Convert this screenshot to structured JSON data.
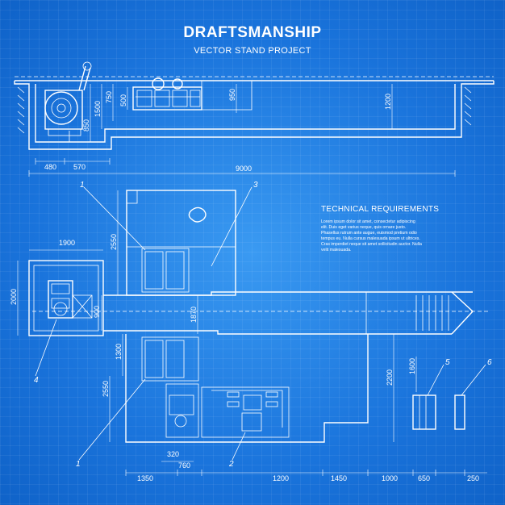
{
  "title": "DRAFTSMANSHIP",
  "subtitle": "VECTOR STAND PROJECT",
  "requirements": {
    "heading": "TECHNICAL REQUIREMENTS",
    "body": "Lorem ipsum dolor sit amet, consectetur adipiscing elit. Duis eget varius neque, quis ornare justo. Phasellus rutrum ante augue, euismod pretium odio tempus eu. Nulla cursus malesuada ipsum ut ultrices. Cras imperdiet neque sit amet sollicitudin auctor. Nulla velit malesuada."
  },
  "dimensions": {
    "d480": "480",
    "d570": "570",
    "d850": "850",
    "d1500": "1500",
    "d750": "750",
    "d500": "500",
    "d950": "950",
    "d1200a": "1200",
    "d9000": "9000",
    "d1900": "1900",
    "d2550a": "2550",
    "d2000": "2000",
    "d900": "900",
    "d1870": "1870",
    "d1300": "1300",
    "d2550b": "2550",
    "d2200": "2200",
    "d1600": "1600",
    "d320": "320",
    "d760": "760",
    "d1350": "1350",
    "d1200b": "1200",
    "d1450": "1450",
    "d1000": "1000",
    "d650": "650",
    "d250": "250"
  },
  "callouts": {
    "c1a": "1",
    "c1b": "1",
    "c2": "2",
    "c3": "3",
    "c4": "4",
    "c5": "5",
    "c6": "6"
  },
  "colors": {
    "background": "#1f7ce0",
    "lines": "#ffffff"
  }
}
